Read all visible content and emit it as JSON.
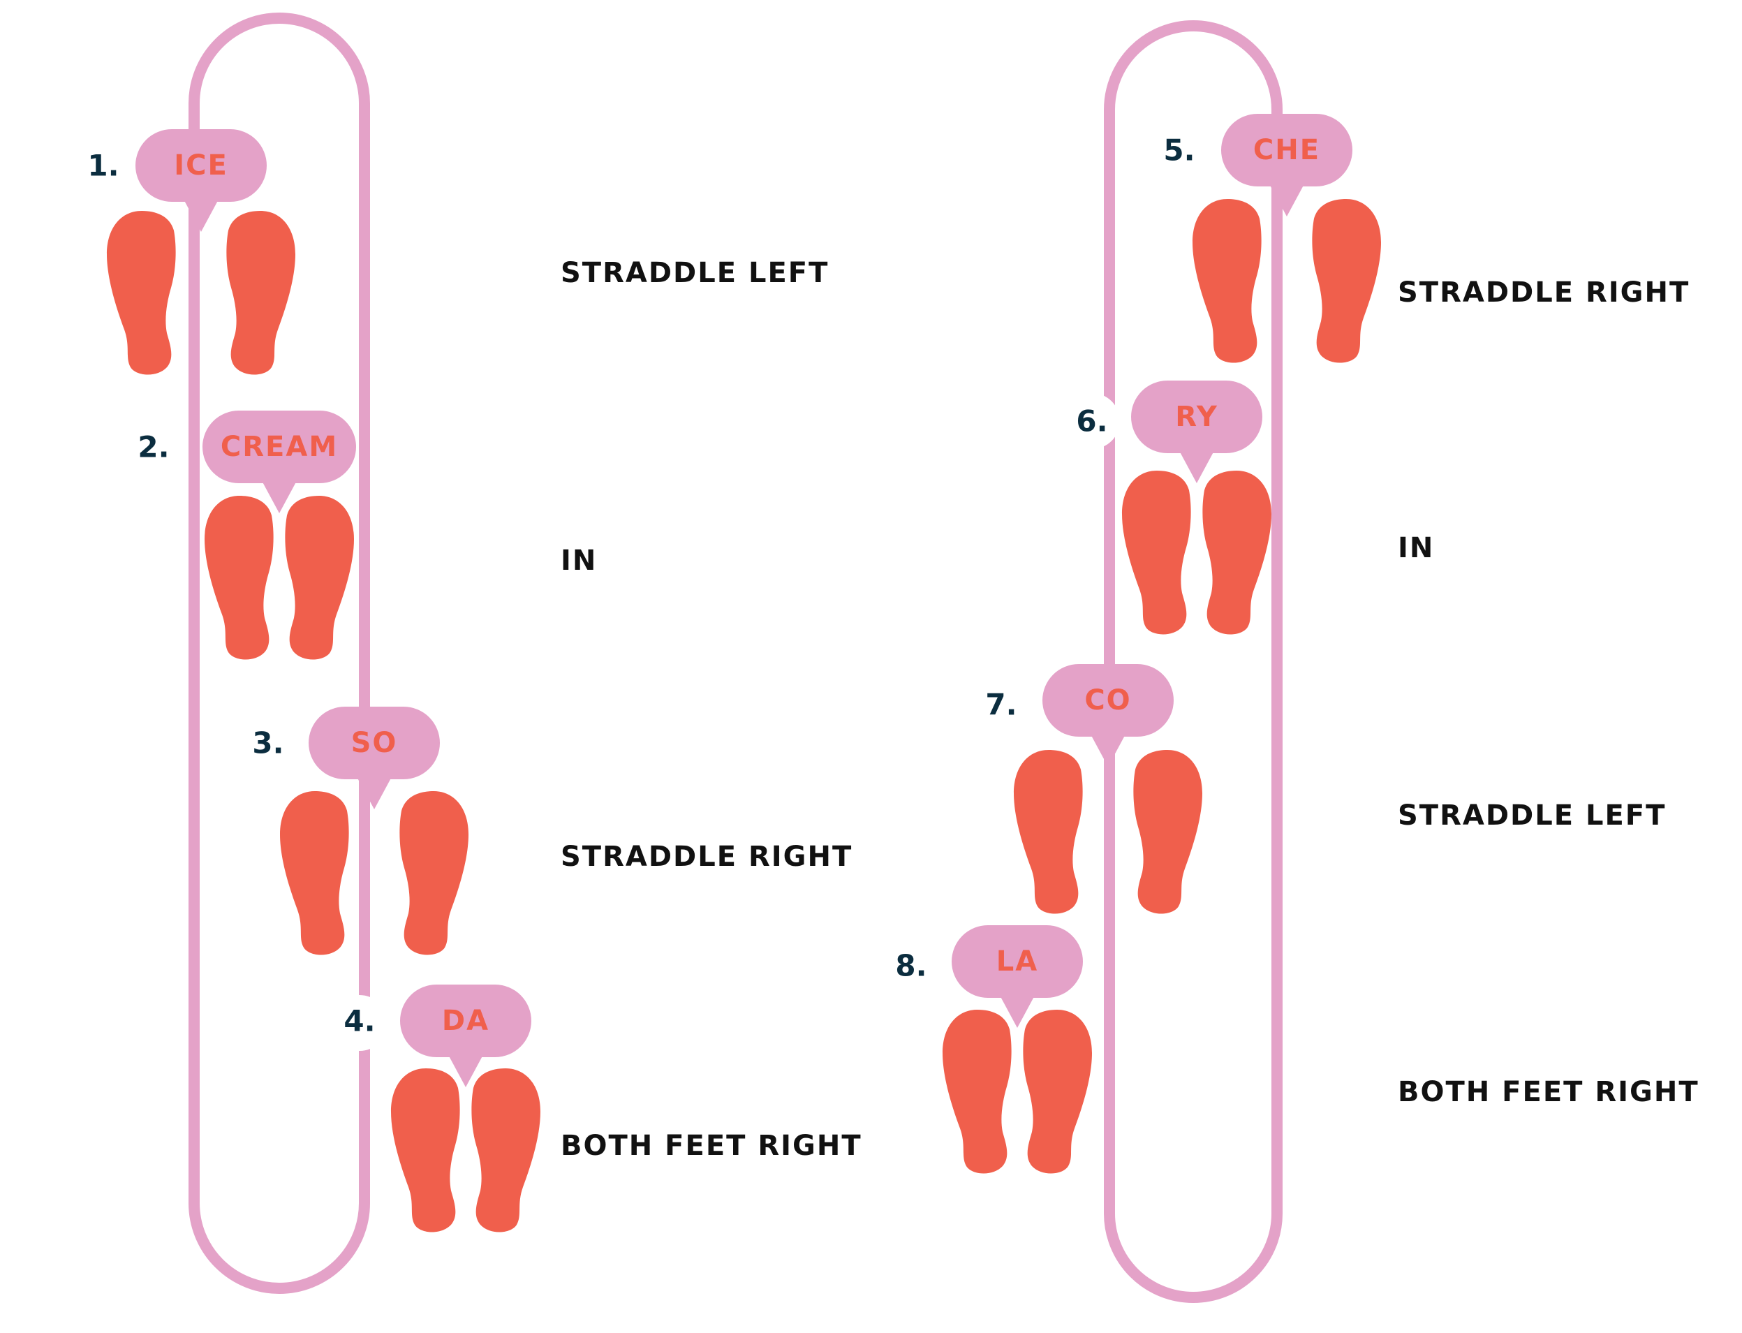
{
  "colors": {
    "track": "#e4a2c8",
    "bubble": "#e4a2c8",
    "bubble_text": "#f05f4c",
    "foot": "#f05f4c",
    "number": "#0b2d3f",
    "move_text": "#111111"
  },
  "icon": "footprints-icon",
  "steps": [
    {
      "number": "1.",
      "syllable": "ICE",
      "move": "STRADDLE LEFT"
    },
    {
      "number": "2.",
      "syllable": "CREAM",
      "move": "IN"
    },
    {
      "number": "3.",
      "syllable": "SO",
      "move": "STRADDLE RIGHT"
    },
    {
      "number": "4.",
      "syllable": "DA",
      "move": "BOTH FEET RIGHT"
    },
    {
      "number": "5.",
      "syllable": "CHE",
      "move": "STRADDLE RIGHT"
    },
    {
      "number": "6.",
      "syllable": "RY",
      "move": "IN"
    },
    {
      "number": "7.",
      "syllable": "CO",
      "move": "STRADDLE LEFT"
    },
    {
      "number": "8.",
      "syllable": "LA",
      "move": "BOTH FEET RIGHT"
    }
  ]
}
